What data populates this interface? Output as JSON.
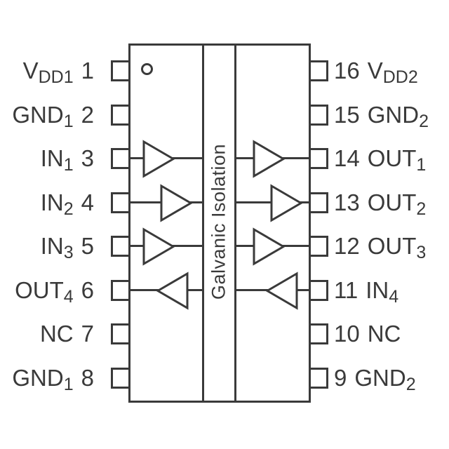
{
  "figure": {
    "isolation_label": "Galvanic Isolation",
    "left_pins": [
      {
        "number": "1",
        "name": "V",
        "sub": "DD1"
      },
      {
        "number": "2",
        "name": "GND",
        "sub": "1"
      },
      {
        "number": "3",
        "name": "IN",
        "sub": "1"
      },
      {
        "number": "4",
        "name": "IN",
        "sub": "2"
      },
      {
        "number": "5",
        "name": "IN",
        "sub": "3"
      },
      {
        "number": "6",
        "name": "OUT",
        "sub": "4"
      },
      {
        "number": "7",
        "name": "NC",
        "sub": ""
      },
      {
        "number": "8",
        "name": "GND",
        "sub": "1"
      }
    ],
    "right_pins": [
      {
        "number": "16",
        "name": "V",
        "sub": "DD2"
      },
      {
        "number": "15",
        "name": "GND",
        "sub": "2"
      },
      {
        "number": "14",
        "name": "OUT",
        "sub": "1"
      },
      {
        "number": "13",
        "name": "OUT",
        "sub": "2"
      },
      {
        "number": "12",
        "name": "OUT",
        "sub": "3"
      },
      {
        "number": "11",
        "name": "IN",
        "sub": "4"
      },
      {
        "number": "10",
        "name": "NC",
        "sub": ""
      },
      {
        "number": "9",
        "name": "GND",
        "sub": "2"
      }
    ],
    "channels": [
      {
        "name": "channel-1",
        "input_pin": "3",
        "output_pin": "14",
        "direction": "right"
      },
      {
        "name": "channel-2",
        "input_pin": "4",
        "output_pin": "13",
        "direction": "right"
      },
      {
        "name": "channel-3",
        "input_pin": "5",
        "output_pin": "12",
        "direction": "right"
      },
      {
        "name": "channel-4",
        "input_pin": "11",
        "output_pin": "6",
        "direction": "left"
      }
    ],
    "colors": {
      "line": "#3a3a3a",
      "background": "#ffffff"
    }
  }
}
